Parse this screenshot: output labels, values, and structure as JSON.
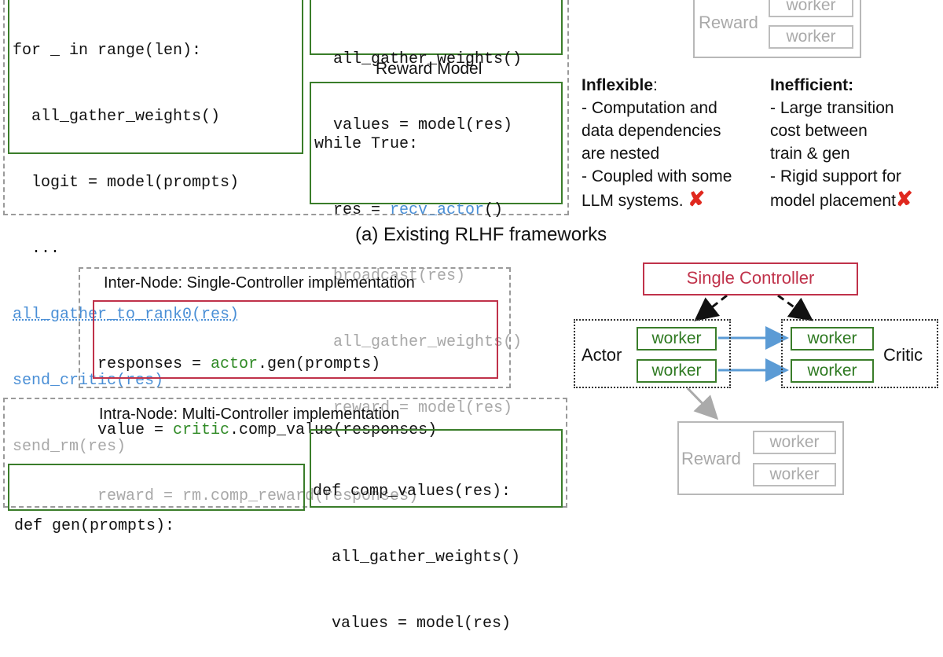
{
  "top": {
    "left_code": [
      "for _ in range(len):",
      "  all_gather_weights()",
      "  logit = model(prompts)",
      "  ...",
      "all_gather_to_rank0(res)",
      "send_critic(res)",
      "send_rm(res)"
    ],
    "critic_code": [
      "  all_gather_weights()",
      "  values = model(res)"
    ],
    "reward_model_title": "Reward Model",
    "rm_code": {
      "l1": "while True:",
      "l2a": "  res = ",
      "l2b": "recv_actor",
      "l2c": "()",
      "l3": "  broadcast(res)",
      "l4": "  all_gather_weights()",
      "l5": "  reward = model(res)"
    },
    "reward_box_label": "Reward",
    "reward_workers": [
      "worker",
      "worker"
    ],
    "inflexible": {
      "title": "Inflexible",
      "colon": ":",
      "lines": [
        "- Computation and",
        "data dependencies",
        "are nested",
        "- Coupled with some",
        "LLM systems."
      ]
    },
    "inefficient": {
      "title": "Inefficient:",
      "lines": [
        "- Large transition",
        "cost between",
        "train & gen",
        "- Rigid support for",
        "model placement"
      ]
    },
    "cross_glyph": "✘",
    "caption": "(a) Existing RLHF frameworks"
  },
  "bottom": {
    "inter_node_title": "Inter-Node: Single-Controller implementation",
    "single_code": {
      "l1a": "responses = ",
      "l1b": "actor",
      "l1c": ".gen(prompts)",
      "l2a": "value = ",
      "l2b": "critic",
      "l2c": ".comp_value(responses)",
      "l3": "reward = rm.comp_reward(responses)"
    },
    "intra_node_title": "Intra-Node: Multi-Controller implementation",
    "gen_code": "def gen(prompts):",
    "comp_values_code": [
      "def comp_values(res):",
      "  all_gather_weights()",
      "  values = model(res)"
    ],
    "single_controller_label": "Single Controller",
    "actor_label": "Actor",
    "critic_label": "Critic",
    "reward_label": "Reward",
    "actor_workers": [
      "worker",
      "worker"
    ],
    "critic_workers": [
      "worker",
      "worker"
    ],
    "reward_workers": [
      "worker",
      "worker"
    ]
  },
  "colors": {
    "blue_code": "#4a8fd6",
    "green_border": "#3a7d2a",
    "red_border": "#c0324a",
    "gray_text": "#a8a8a8",
    "arrow_blue": "#5b9bd5",
    "cross_red": "#e0281e"
  }
}
